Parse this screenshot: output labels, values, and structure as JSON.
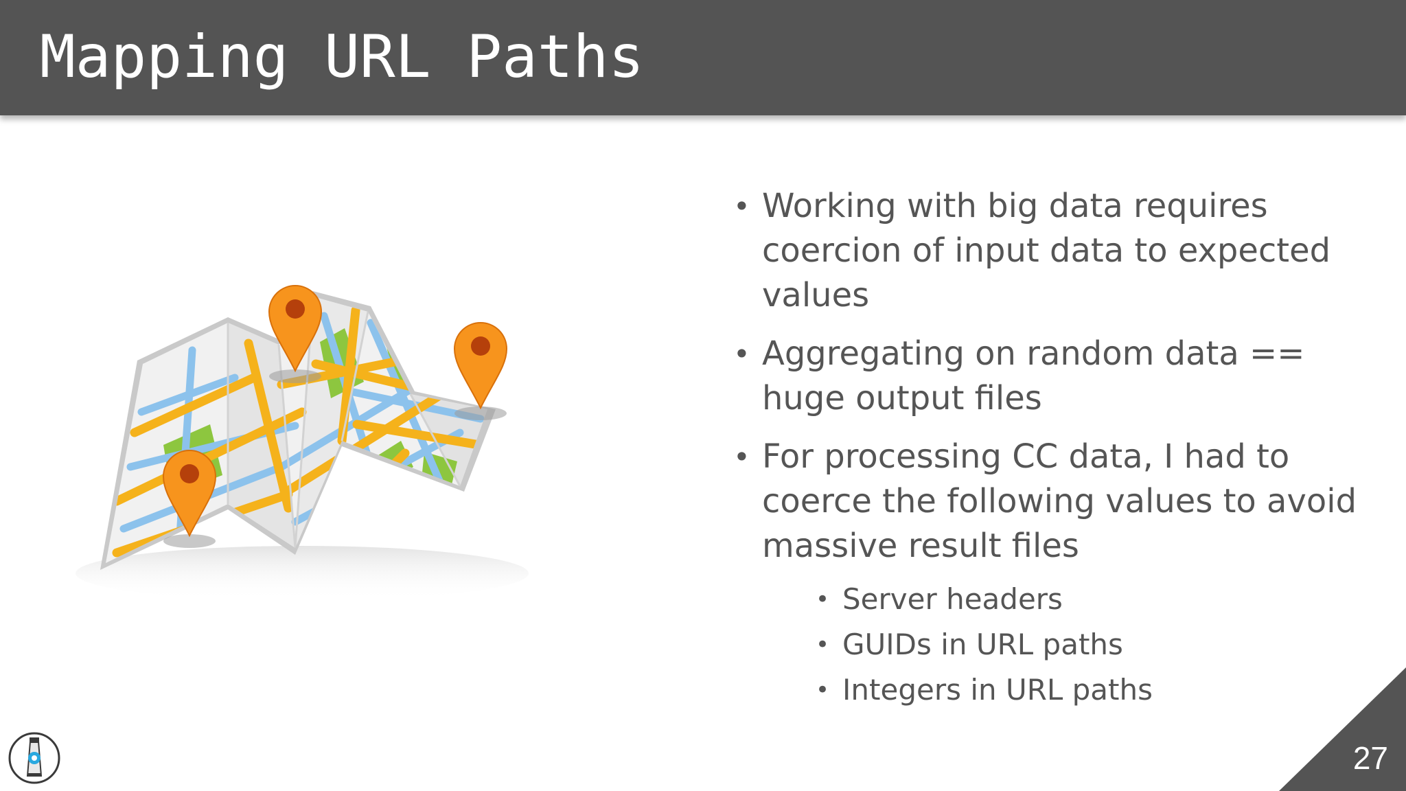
{
  "slide": {
    "title": "Mapping URL Paths",
    "page_number": "27"
  },
  "bullets": [
    {
      "text": "Working with big data requires coercion of input data to expected values"
    },
    {
      "text": "Aggregating on random data == huge output files"
    },
    {
      "text": "For processing CC data, I had to coerce the following values to avoid massive result files"
    }
  ],
  "sub_bullets": [
    {
      "text": "Server headers"
    },
    {
      "text": "GUIDs in URL paths"
    },
    {
      "text": "Integers in URL paths"
    }
  ],
  "bullet_symbol": "•",
  "colors": {
    "title_bar": "#545454",
    "body_text": "#555555",
    "corner": "#545454",
    "map_road_orange": "#F5B21B",
    "map_road_blue": "#8CC2EC",
    "map_park_green": "#8DC63F",
    "pin_orange": "#F7941D"
  },
  "icons": {
    "map": "folded-map-with-pins-icon",
    "logo": "round-lighthouse-logo-icon"
  }
}
